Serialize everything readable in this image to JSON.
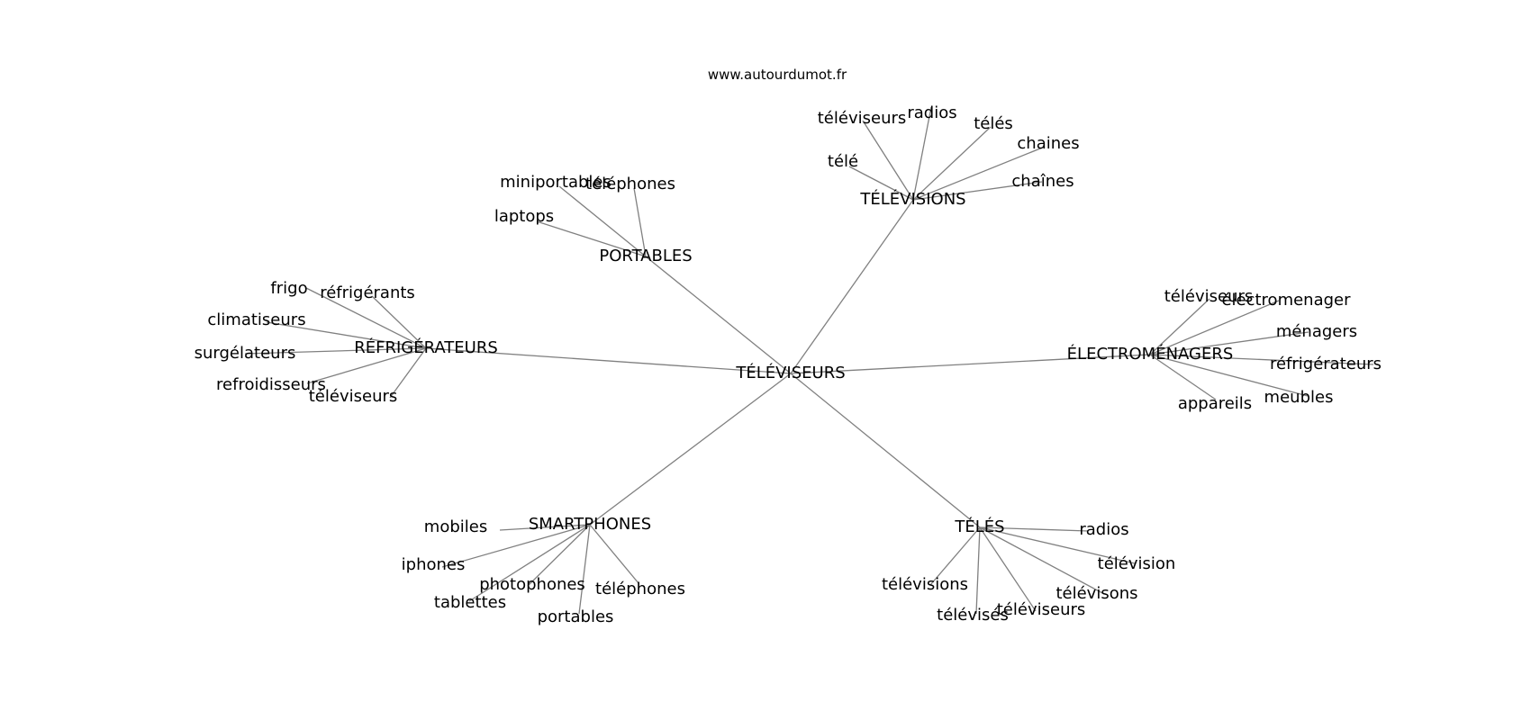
{
  "watermark": "www.autourdumot.fr",
  "center": {
    "label": "TÉLÉVISEURS"
  },
  "hubs": [
    {
      "label": "TÉLÉVISIONS",
      "leaves": [
        "téléviseurs",
        "radios",
        "télés",
        "chaines",
        "chaînes",
        "télé"
      ]
    },
    {
      "label": "PORTABLES",
      "leaves": [
        "miniportables",
        "téléphones",
        "laptops"
      ]
    },
    {
      "label": "RÉFRIGÉRATEURS",
      "leaves": [
        "frigo",
        "réfrigérants",
        "climatiseurs",
        "surgélateurs",
        "refroidisseurs",
        "téléviseurs"
      ]
    },
    {
      "label": "ÉLECTROMÉNAGERS",
      "leaves": [
        "téléviseurs",
        "électromenager",
        "ménagers",
        "réfrigérateurs",
        "meubles",
        "appareils"
      ]
    },
    {
      "label": "SMARTPHONES",
      "leaves": [
        "mobiles",
        "iphones",
        "photophones",
        "tablettes",
        "portables",
        "téléphones"
      ]
    },
    {
      "label": "TÉLÉS",
      "leaves": [
        "radios",
        "télévision",
        "télévisons",
        "téléviseurs",
        "télévisés",
        "télévisions"
      ]
    }
  ]
}
